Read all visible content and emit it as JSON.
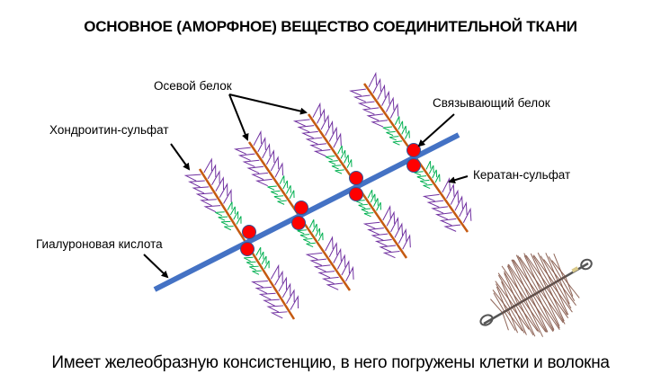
{
  "title": "ОСНОВНОЕ (АМОРФНОЕ) ВЕЩЕСТВО СОЕДИНИТЕЛЬНОЙ ТКАНИ",
  "labels": {
    "core_protein": "Осевой белок",
    "chondroitin_sulfate": "Хондроитин-сульфат",
    "link_protein": "Связывающий белок",
    "keratan_sulfate": "Кератан-сульфат",
    "hyaluronic_acid": "Гиалуроновая кислота"
  },
  "caption": "Имеет желеобразную консистенцию, в него погружены клетки и волокна",
  "colors": {
    "hyaluronic_acid": "#4472C4",
    "core_protein": "#C55A11",
    "chondroitin_sulfate": "#7030A0",
    "keratan_sulfate": "#00B050",
    "link_protein": "#FF0000",
    "link_protein_outline": "#2F5597",
    "arrow": "#000000",
    "brush_bristles": "#7B4A3A",
    "brush_wire": "#555555"
  },
  "structure": {
    "proteoglycan_count": 4,
    "icons": [
      "proteoglycan-aggregate-diagram",
      "bottle-brush-icon"
    ]
  }
}
